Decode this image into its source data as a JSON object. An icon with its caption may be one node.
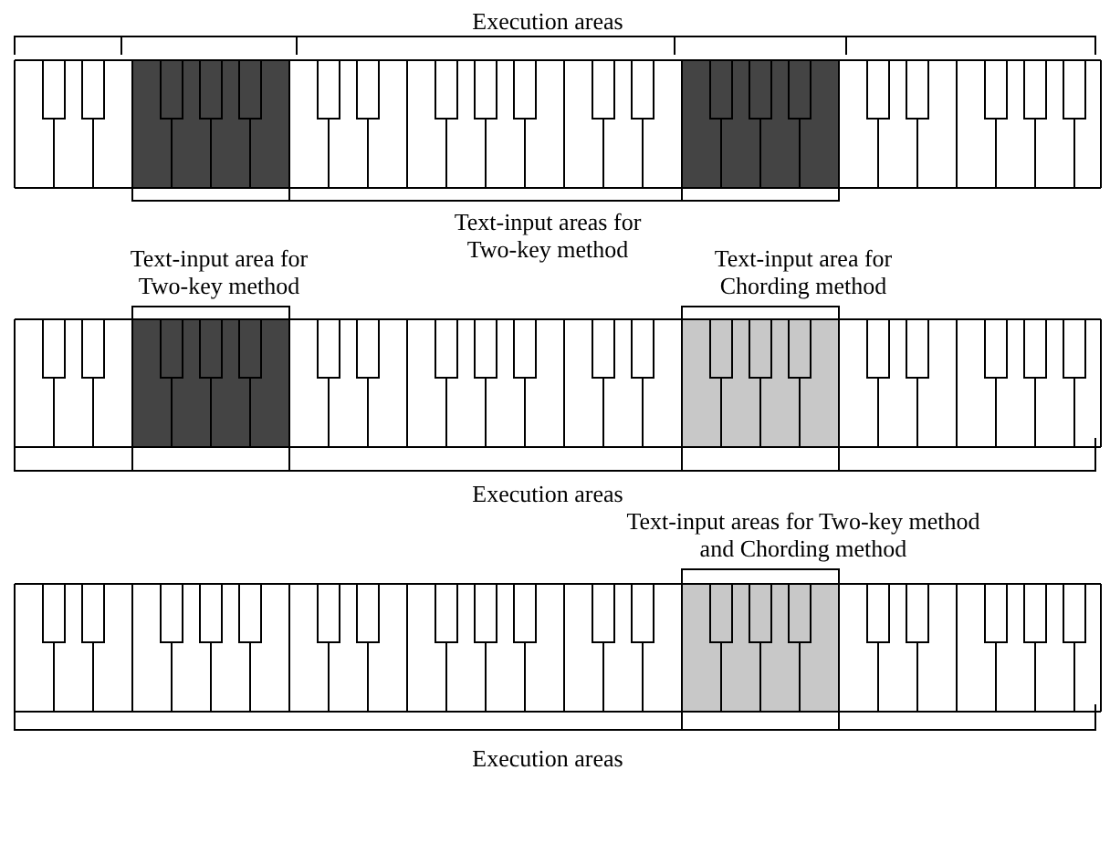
{
  "diagram": {
    "labels": [
      "Execution areas",
      "Text-input areas for Two-key method",
      "Text-input area for Two-key method",
      "Text-input area for Chording method",
      "Execution areas",
      "Text-input areas for Two-key method and Chording method",
      "Execution areas"
    ]
  }
}
